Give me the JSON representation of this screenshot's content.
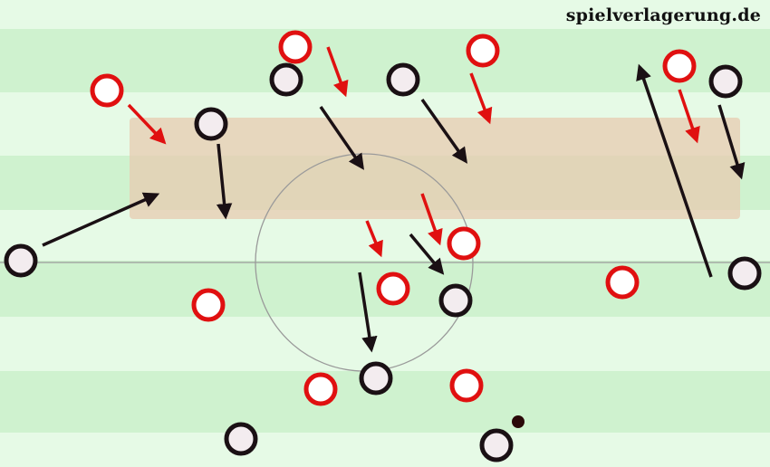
{
  "watermark": "spielverlagerung.de",
  "colors": {
    "stripe_light": "#e6fae6",
    "stripe_dark": "#cff2cf",
    "zone_fill": "#e8c9ae",
    "pitch_line": "#9a9a9a",
    "red_team": "#e01010",
    "red_fill": "#ffffff",
    "black_team": "#1a1014",
    "black_fill": "#f3ecef",
    "ball": "#2a0808"
  },
  "red_players": [
    {
      "name": "red-player-1"
    },
    {
      "name": "red-player-2"
    },
    {
      "name": "red-player-3"
    },
    {
      "name": "red-player-4"
    },
    {
      "name": "red-player-5"
    },
    {
      "name": "red-player-6"
    },
    {
      "name": "red-player-7"
    },
    {
      "name": "red-player-8"
    },
    {
      "name": "red-player-9"
    },
    {
      "name": "red-player-10"
    }
  ],
  "black_players": [
    {
      "name": "black-player-1"
    },
    {
      "name": "black-player-2"
    },
    {
      "name": "black-player-3"
    },
    {
      "name": "black-player-4"
    },
    {
      "name": "black-player-5"
    },
    {
      "name": "black-player-6"
    },
    {
      "name": "black-player-7"
    },
    {
      "name": "black-player-8"
    },
    {
      "name": "black-player-9"
    },
    {
      "name": "black-player-10"
    }
  ]
}
